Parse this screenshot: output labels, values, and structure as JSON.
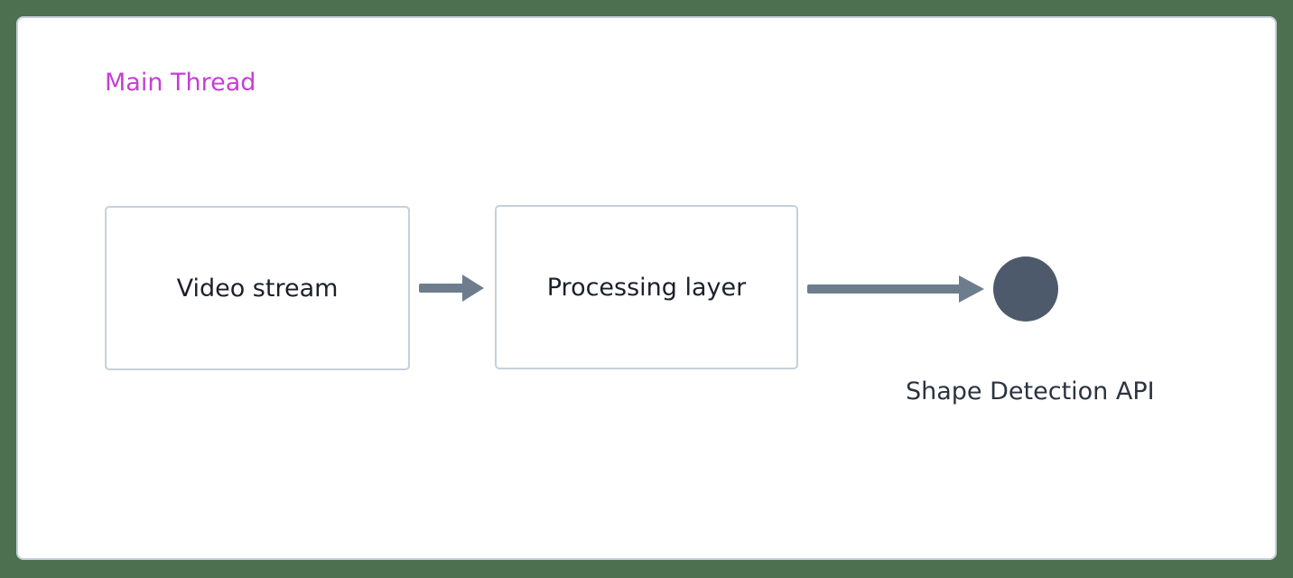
{
  "diagram": {
    "background_color": "#4d7051",
    "frame": {
      "border_color": "#c6d0da",
      "fill_color": "#ffffff"
    },
    "lane": {
      "title": "Main Thread",
      "title_color": "#c43fd4"
    },
    "nodes": [
      {
        "id": "video-stream",
        "label": "Video stream",
        "shape": "rounded-rect",
        "border_color": "#c6d0da",
        "fill_color": "#ffffff",
        "text_color": "#1b212b"
      },
      {
        "id": "processing-layer",
        "label": "Processing layer",
        "shape": "rounded-rect",
        "border_color": "#c6d0da",
        "fill_color": "#ffffff",
        "text_color": "#1b212b"
      },
      {
        "id": "shape-detection-api",
        "label": "Shape Detection API",
        "shape": "circle",
        "fill_color": "#4c5a6c",
        "text_color": "#2b3341"
      }
    ],
    "edges": [
      {
        "id": "edge-video-to-processing",
        "from": "video-stream",
        "to": "processing-layer",
        "label": "",
        "color": "#6d7d8d",
        "style": "solid-arrow"
      },
      {
        "id": "edge-processing-to-api",
        "from": "processing-layer",
        "to": "shape-detection-api",
        "label": "",
        "color": "#6d7d8d",
        "style": "solid-arrow"
      }
    ]
  }
}
